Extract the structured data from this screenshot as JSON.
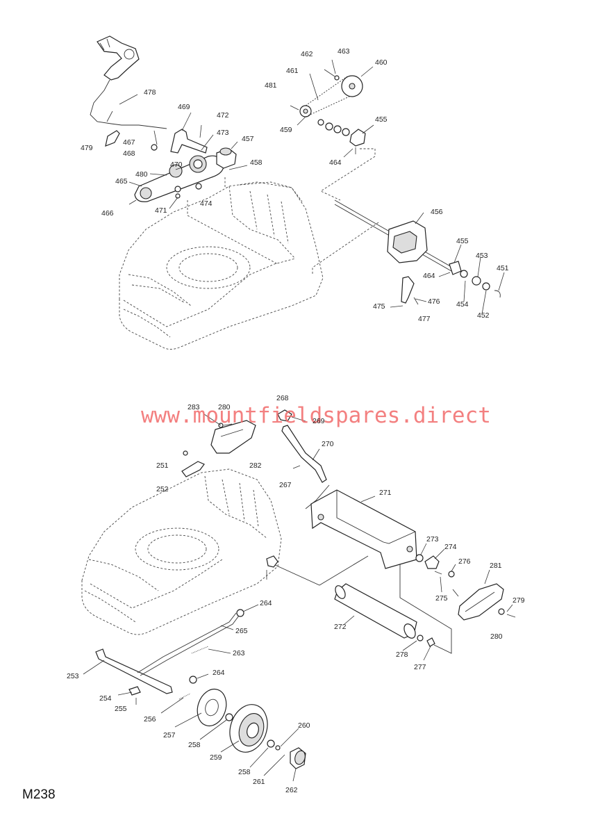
{
  "watermark": "www.mountfieldspares.direct",
  "page_code": "M238",
  "upper_labels": [
    {
      "id": "462",
      "text": "462"
    },
    {
      "id": "463",
      "text": "463"
    },
    {
      "id": "460",
      "text": "460"
    },
    {
      "id": "461",
      "text": "461"
    },
    {
      "id": "481",
      "text": "481"
    },
    {
      "id": "455a",
      "text": "455"
    },
    {
      "id": "459",
      "text": "459"
    },
    {
      "id": "464a",
      "text": "464"
    },
    {
      "id": "478",
      "text": "478"
    },
    {
      "id": "469",
      "text": "469"
    },
    {
      "id": "472",
      "text": "472"
    },
    {
      "id": "473",
      "text": "473"
    },
    {
      "id": "457",
      "text": "457"
    },
    {
      "id": "467",
      "text": "467"
    },
    {
      "id": "479",
      "text": "479"
    },
    {
      "id": "468",
      "text": "468"
    },
    {
      "id": "458",
      "text": "458"
    },
    {
      "id": "470",
      "text": "470"
    },
    {
      "id": "480",
      "text": "480"
    },
    {
      "id": "465",
      "text": "465"
    },
    {
      "id": "474",
      "text": "474"
    },
    {
      "id": "471",
      "text": "471"
    },
    {
      "id": "466",
      "text": "466"
    },
    {
      "id": "456",
      "text": "456"
    },
    {
      "id": "455b",
      "text": "455"
    },
    {
      "id": "453",
      "text": "453"
    },
    {
      "id": "451",
      "text": "451"
    },
    {
      "id": "464b",
      "text": "464"
    },
    {
      "id": "476",
      "text": "476"
    },
    {
      "id": "454",
      "text": "454"
    },
    {
      "id": "475",
      "text": "475"
    },
    {
      "id": "477",
      "text": "477"
    },
    {
      "id": "452",
      "text": "452"
    }
  ],
  "lower_labels": [
    {
      "id": "268",
      "text": "268"
    },
    {
      "id": "283",
      "text": "283"
    },
    {
      "id": "280a",
      "text": "280"
    },
    {
      "id": "269",
      "text": "269"
    },
    {
      "id": "270",
      "text": "270"
    },
    {
      "id": "251",
      "text": "251"
    },
    {
      "id": "282",
      "text": "282"
    },
    {
      "id": "267",
      "text": "267"
    },
    {
      "id": "252",
      "text": "252"
    },
    {
      "id": "271",
      "text": "271"
    },
    {
      "id": "273",
      "text": "273"
    },
    {
      "id": "274",
      "text": "274"
    },
    {
      "id": "276",
      "text": "276"
    },
    {
      "id": "281",
      "text": "281"
    },
    {
      "id": "275",
      "text": "275"
    },
    {
      "id": "279",
      "text": "279"
    },
    {
      "id": "264a",
      "text": "264"
    },
    {
      "id": "265",
      "text": "265"
    },
    {
      "id": "280b",
      "text": "280"
    },
    {
      "id": "272",
      "text": "272"
    },
    {
      "id": "263",
      "text": "263"
    },
    {
      "id": "278",
      "text": "278"
    },
    {
      "id": "277",
      "text": "277"
    },
    {
      "id": "253",
      "text": "253"
    },
    {
      "id": "264b",
      "text": "264"
    },
    {
      "id": "254",
      "text": "254"
    },
    {
      "id": "255",
      "text": "255"
    },
    {
      "id": "256",
      "text": "256"
    },
    {
      "id": "257",
      "text": "257"
    },
    {
      "id": "258a",
      "text": "258"
    },
    {
      "id": "260",
      "text": "260"
    },
    {
      "id": "259",
      "text": "259"
    },
    {
      "id": "258b",
      "text": "258"
    },
    {
      "id": "261",
      "text": "261"
    },
    {
      "id": "262",
      "text": "262"
    }
  ]
}
